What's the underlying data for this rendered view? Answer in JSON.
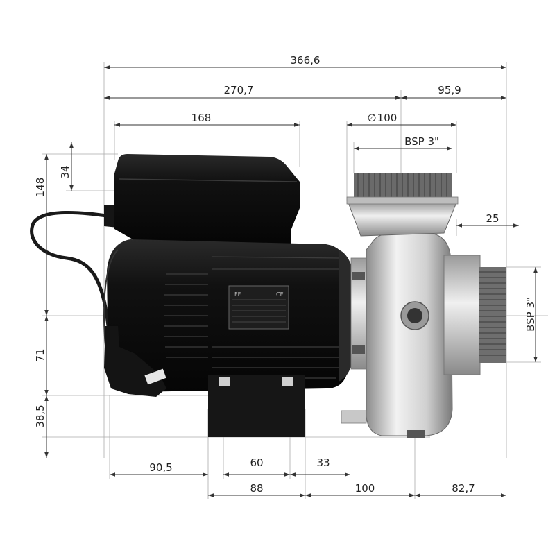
{
  "drawing": {
    "labels": {
      "overall_length": "366,6",
      "motor_section": "270,7",
      "pump_section": "95,9",
      "terminal_box": "168",
      "impeller_diameter": "100",
      "diameter_symbol": "∅",
      "bsp_top": "BSP 3\"",
      "bsp_side": "BSP 3\"",
      "outlet_offset": "25",
      "height_total": "148",
      "box_height": "34",
      "axis_height": "71",
      "foot_height": "38,5",
      "rear_to_foot": "90,5",
      "foot_holes": "60",
      "foot_to_pump": "33",
      "foot_width": "88",
      "foot_to_inlet": "100",
      "inlet_to_end": "82,7"
    },
    "nameplate": {
      "brand": "FF",
      "mark": "CE"
    }
  }
}
